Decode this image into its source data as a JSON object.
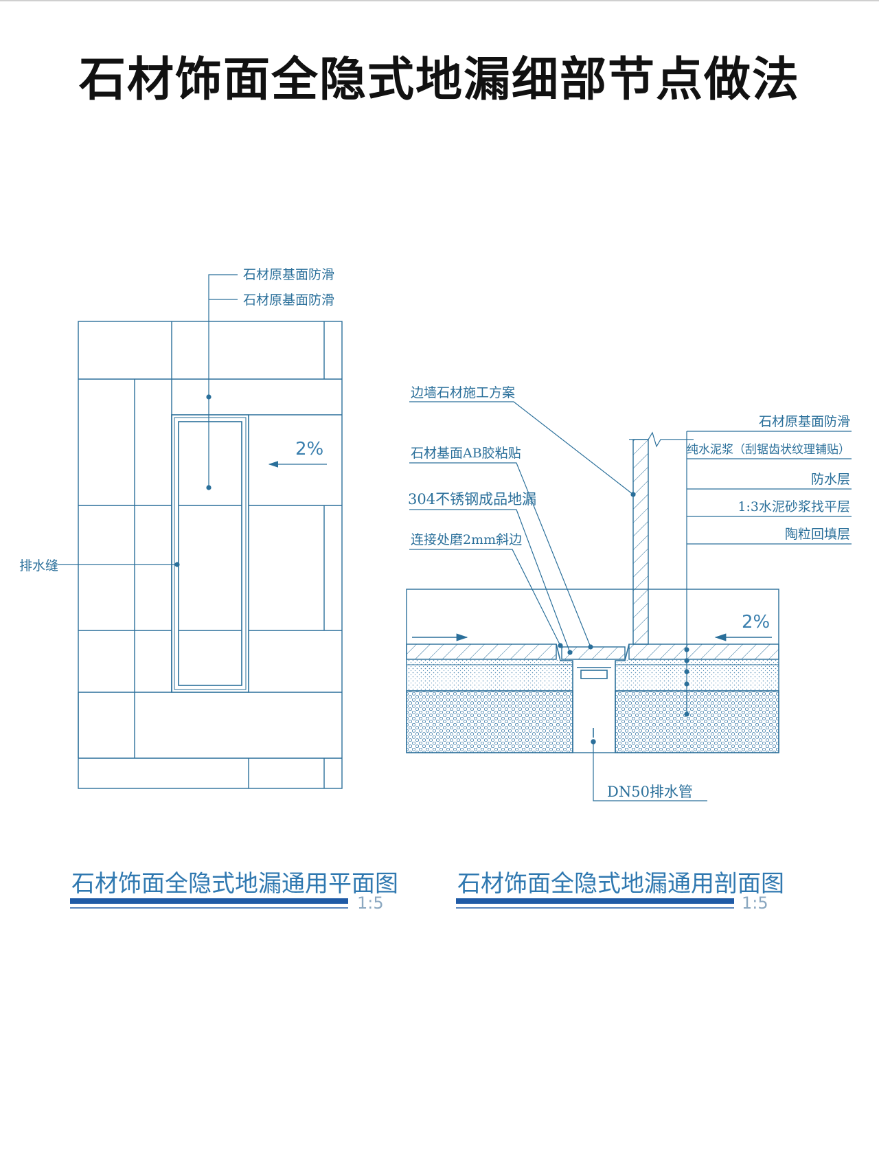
{
  "title": "石材饰面全隐式地漏细部节点做法",
  "plan": {
    "callout_1": "石材原基面防滑",
    "callout_2": "石材原基面防滑",
    "slope": "2%",
    "drain_seam": "排水缝",
    "caption": "石材饰面全隐式地漏通用平面图",
    "scale": "1:5"
  },
  "section": {
    "left_labels": [
      "边墙石材施工方案",
      "石材基面AB胶粘贴",
      "304不锈钢成品地漏",
      "连接处磨2mm斜边"
    ],
    "right_labels": [
      "石材原基面防滑",
      "纯水泥浆（刮锯齿状纹理铺贴）",
      "防水层",
      "1:3水泥砂浆找平层",
      "陶粒回填层"
    ],
    "slope": "2%",
    "pipe": "DN50排水管",
    "caption": "石材饰面全隐式地漏通用剖面图",
    "scale": "1:5"
  },
  "colors": {
    "line": "#2a6f9a",
    "caption_bar": "#1f5aa6",
    "title": "#111111"
  }
}
